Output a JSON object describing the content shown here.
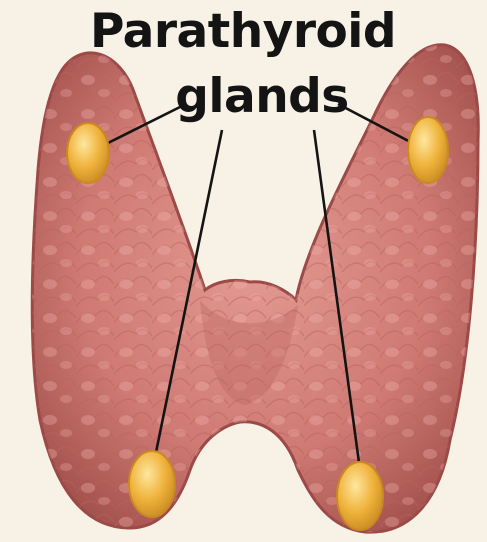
{
  "diagram": {
    "title_line1": "Parathyroid",
    "title_line2": "glands"
  },
  "colors": {
    "background": "#f7f1e6",
    "thyroid_base": "#cf7a73",
    "thyroid_shadow": "#a14f4c",
    "thyroid_highlight": "#e9a6a0",
    "gland_fill": "#f0b33c",
    "gland_edge": "#c98a22",
    "leader_line": "#141414"
  },
  "icons": {
    "thyroid": "thyroid-gland-illustration",
    "gland": "parathyroid-gland-nodule"
  }
}
